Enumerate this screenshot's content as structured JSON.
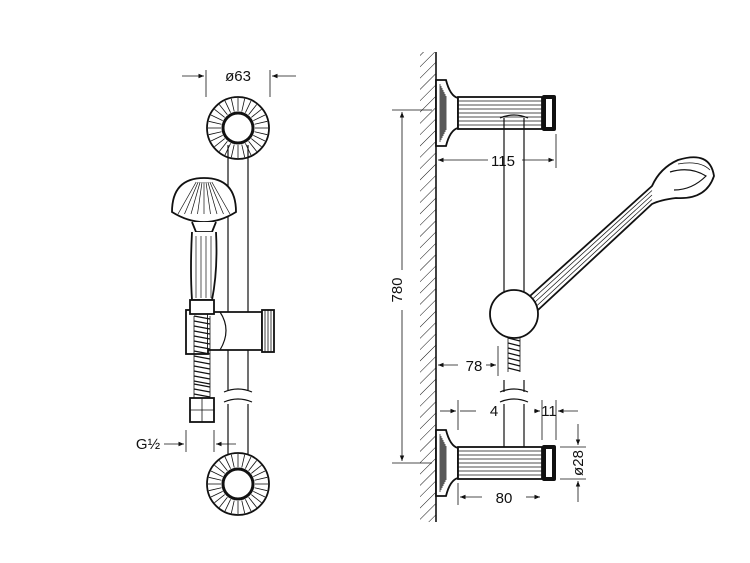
{
  "dimensions": {
    "rosette_diameter": "ø63",
    "thread": "G½",
    "rail_length": "780",
    "wall_projection": "115",
    "holder_projection": "78",
    "offset_left": "4",
    "offset_right": "11",
    "tube_diameter": "ø28",
    "bracket_length": "80"
  },
  "colors": {
    "line": "#111111",
    "background": "#ffffff"
  }
}
